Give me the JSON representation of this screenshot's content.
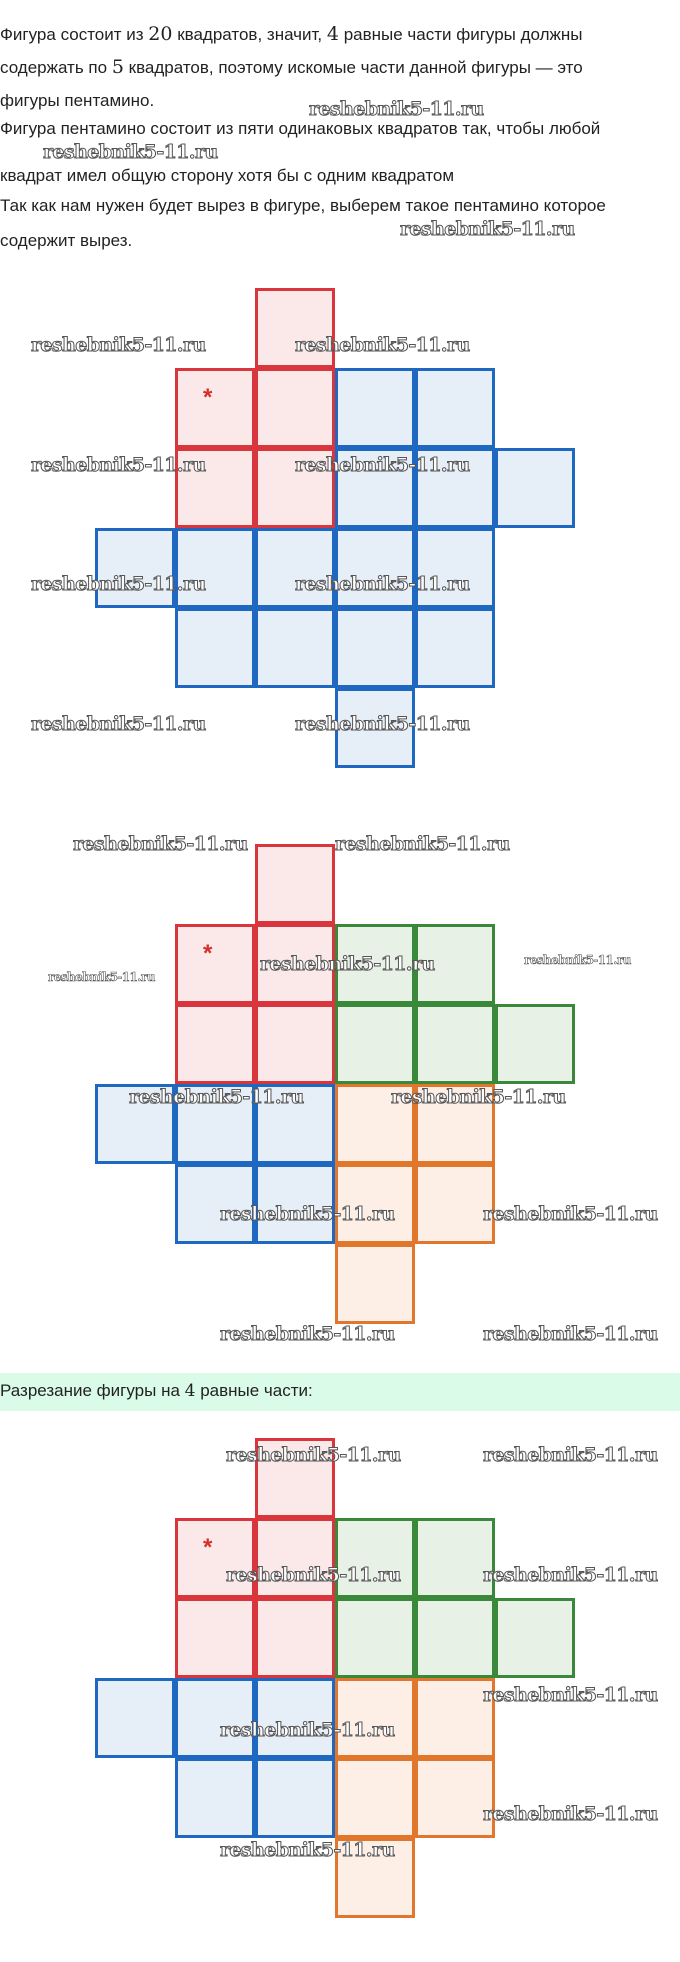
{
  "paragraphs": [
    {
      "lines": [
        [
          "Фигура состоит из ",
          "20",
          " квадратов, значит, ",
          "4",
          " равные части фигуры должны"
        ],
        [
          "содержать по ",
          "5",
          " квадратов, поэтому искомые части данной фигуры — это"
        ],
        [
          "фигуры пентамино."
        ]
      ]
    },
    {
      "lines": [
        [
          "Фигура пентамино состоит из пяти одинаковых квадратов так, чтобы любой"
        ],
        [
          "квадрат имел общую сторону хотя бы с одним квадратом"
        ]
      ]
    },
    {
      "lines": [
        [
          "Так как нам нужен будет вырез в фигуре, выберем такое пентамино которое"
        ],
        [
          "содержит вырез."
        ]
      ]
    }
  ],
  "banner": {
    "before": "Разрезание фигуры на ",
    "num": "4",
    "after": " равные части:"
  },
  "watermark": "reshebnik5-11.ru",
  "star": "*",
  "colors": {
    "red": {
      "stroke": "#d8353d",
      "fill": "#fbe9e9"
    },
    "blue": {
      "stroke": "#1f68c2",
      "fill": "#e6eef7"
    },
    "green": {
      "stroke": "#3a883a",
      "fill": "#e8f1e6"
    },
    "orange": {
      "stroke": "#e0772c",
      "fill": "#fdeee6"
    },
    "banner": "#dbfbe9"
  },
  "figures": [
    {
      "name": "figure-initial",
      "star_cell": [
        1,
        1
      ],
      "pieces": [
        {
          "color": "red",
          "cells": [
            [
              0,
              2
            ],
            [
              1,
              1
            ],
            [
              1,
              2
            ],
            [
              2,
              1
            ],
            [
              2,
              2
            ]
          ]
        },
        {
          "color": "blue",
          "cells": [
            [
              1,
              3
            ],
            [
              1,
              4
            ],
            [
              2,
              3
            ],
            [
              2,
              4
            ],
            [
              2,
              5
            ],
            [
              3,
              0
            ],
            [
              3,
              1
            ],
            [
              3,
              2
            ],
            [
              3,
              3
            ],
            [
              3,
              4
            ],
            [
              4,
              1
            ],
            [
              4,
              2
            ],
            [
              4,
              3
            ],
            [
              4,
              4
            ],
            [
              5,
              3
            ]
          ]
        }
      ]
    },
    {
      "name": "figure-split",
      "star_cell": [
        1,
        1
      ],
      "pieces": [
        {
          "color": "red",
          "cells": [
            [
              0,
              2
            ],
            [
              1,
              1
            ],
            [
              1,
              2
            ],
            [
              2,
              1
            ],
            [
              2,
              2
            ]
          ]
        },
        {
          "color": "green",
          "cells": [
            [
              1,
              3
            ],
            [
              1,
              4
            ],
            [
              2,
              3
            ],
            [
              2,
              4
            ],
            [
              2,
              5
            ]
          ]
        },
        {
          "color": "blue",
          "cells": [
            [
              3,
              0
            ],
            [
              3,
              1
            ],
            [
              3,
              2
            ],
            [
              4,
              1
            ],
            [
              4,
              2
            ]
          ]
        },
        {
          "color": "orange",
          "cells": [
            [
              3,
              3
            ],
            [
              3,
              4
            ],
            [
              4,
              3
            ],
            [
              4,
              4
            ],
            [
              5,
              3
            ]
          ]
        }
      ]
    },
    {
      "name": "figure-answer",
      "star_cell": [
        1,
        1
      ],
      "pieces": [
        {
          "color": "red",
          "cells": [
            [
              0,
              2
            ],
            [
              1,
              1
            ],
            [
              1,
              2
            ],
            [
              2,
              1
            ],
            [
              2,
              2
            ]
          ]
        },
        {
          "color": "green",
          "cells": [
            [
              1,
              3
            ],
            [
              1,
              4
            ],
            [
              2,
              3
            ],
            [
              2,
              4
            ],
            [
              2,
              5
            ]
          ]
        },
        {
          "color": "blue",
          "cells": [
            [
              3,
              0
            ],
            [
              3,
              1
            ],
            [
              3,
              2
            ],
            [
              4,
              1
            ],
            [
              4,
              2
            ]
          ]
        },
        {
          "color": "orange",
          "cells": [
            [
              3,
              3
            ],
            [
              3,
              4
            ],
            [
              4,
              3
            ],
            [
              4,
              4
            ],
            [
              5,
              3
            ]
          ]
        }
      ]
    }
  ]
}
